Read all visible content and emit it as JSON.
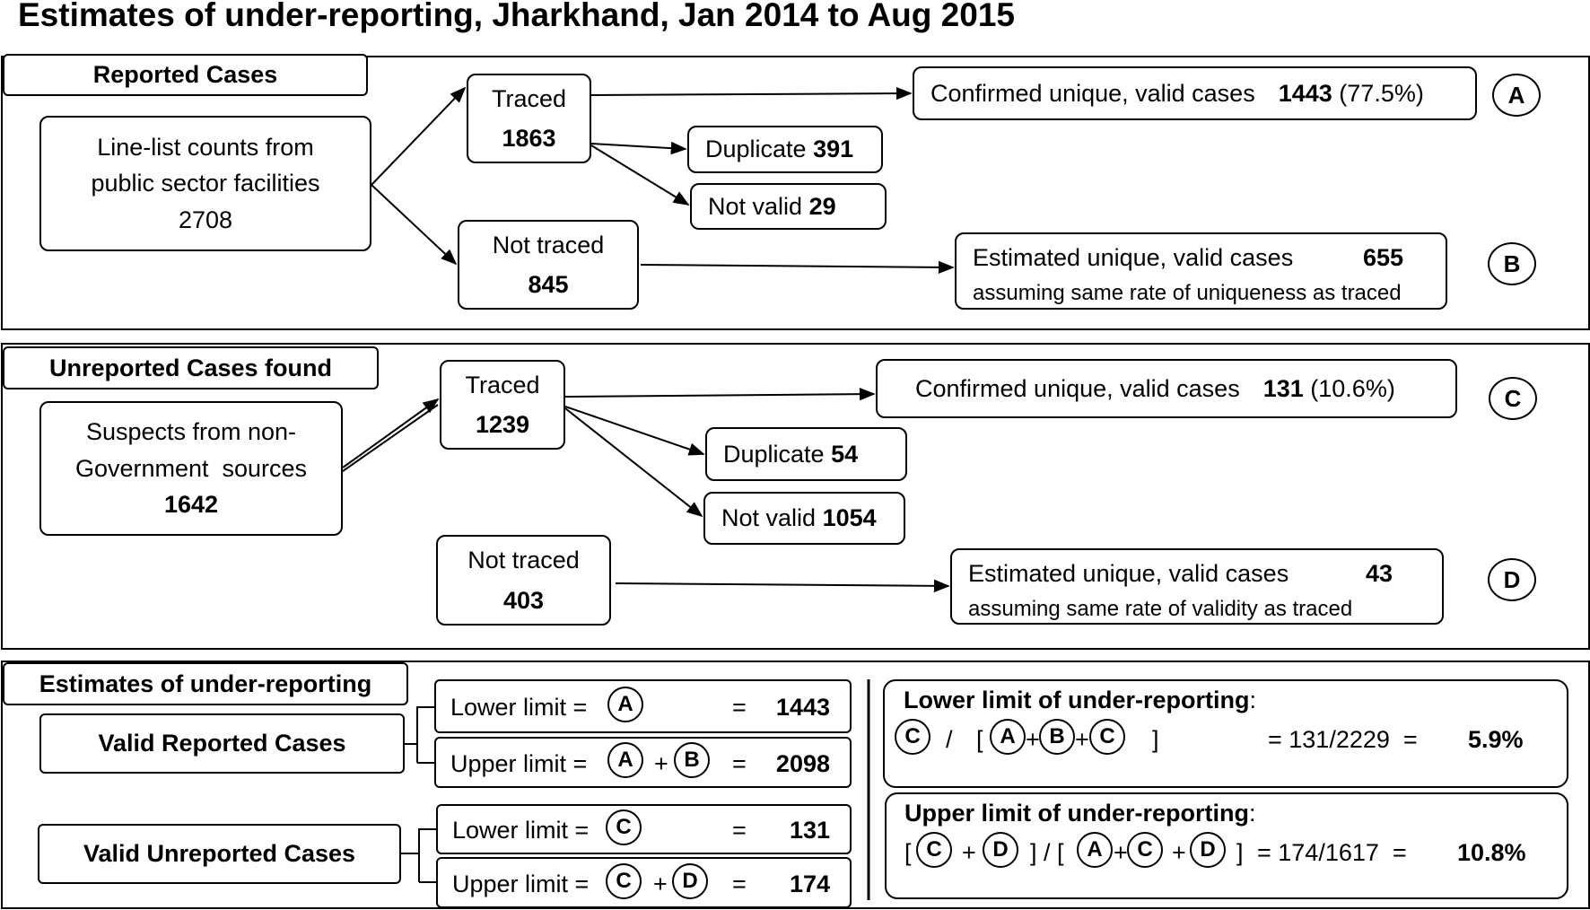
{
  "title": "Estimates of under-reporting, Jharkhand, Jan 2014 to Aug 2015",
  "reported": {
    "header": "Reported Cases",
    "source_line1": "Line-list counts from",
    "source_line2": "public sector facilities",
    "source_count": "2708",
    "traced_label": "Traced",
    "traced_count": "1863",
    "duplicate_label": "Duplicate",
    "duplicate_count": "391",
    "notvalid_label": "Not valid",
    "notvalid_count": "29",
    "nottraced_label": "Not traced",
    "nottraced_count": "845",
    "confirmed_label": "Confirmed unique, valid cases",
    "confirmed_count": "1443",
    "confirmed_pct": "(77.5%)",
    "estimated_label": "Estimated unique, valid cases",
    "estimated_count": "655",
    "estimated_note": "assuming same rate of uniqueness as traced",
    "marker_a": "A",
    "marker_b": "B"
  },
  "unreported": {
    "header": "Unreported Cases found",
    "source_line1": "Suspects from non-",
    "source_line2": "Government  sources",
    "source_count": "1642",
    "traced_label": "Traced",
    "traced_count": "1239",
    "duplicate_label": "Duplicate",
    "duplicate_count": "54",
    "notvalid_label": "Not valid",
    "notvalid_count": "1054",
    "nottraced_label": "Not traced",
    "nottraced_count": "403",
    "confirmed_label": "Confirmed unique, valid cases",
    "confirmed_count": "131",
    "confirmed_pct": "(10.6%)",
    "estimated_label": "Estimated unique, valid cases",
    "estimated_count": "43",
    "estimated_note": "assuming same rate of validity as traced",
    "marker_c": "C",
    "marker_d": "D"
  },
  "estimates": {
    "header": "Estimates of under-reporting",
    "valid_reported_label": "Valid Reported Cases",
    "valid_unreported_label": "Valid Unreported Cases",
    "lower_prefix": "Lower limit =",
    "upper_prefix": "Upper limit =",
    "plus": "+",
    "equals": "=",
    "rep_lower_value": "1443",
    "rep_upper_value": "2098",
    "unrep_lower_value": "131",
    "unrep_upper_value": "174",
    "lower_ur_title": "Lower limit of under-reporting",
    "upper_ur_title": "Upper limit of under-reporting",
    "colon": ":",
    "slash": "/",
    "open_bracket": "[",
    "close_bracket": "]",
    "close_slash_open": "] / [",
    "lower_ur_calc": "= 131/2229  =",
    "lower_ur_result": "5.9%",
    "upper_ur_calc": "= 174/1617  =",
    "upper_ur_result": "10.8%",
    "a": "A",
    "b": "B",
    "c": "C",
    "d": "D"
  }
}
